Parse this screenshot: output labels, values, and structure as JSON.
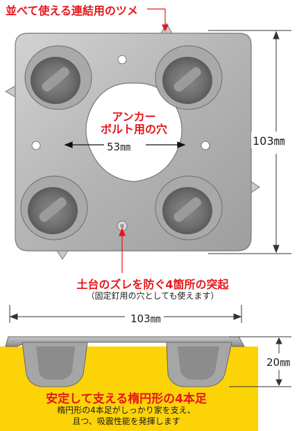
{
  "labels": {
    "connector_tab": "並べて使える連結用のツメ",
    "anchor_hole": "アンカー\nボルト用の穴",
    "hole_width": "53㎜",
    "plate_height": "103㎜",
    "ridges_title": "土台のズレを防ぐ4箇所の突起",
    "ridges_note": "（固定釘用の穴としても使えます）",
    "plate_width": "103㎜",
    "foot_height": "20㎜",
    "feature_title": "安定して支える楕円形の4本足",
    "feature_desc_1": "楕円形の4本足がしっかり家を支え、",
    "feature_desc_2": "且つ、吸震性能を発揮します"
  },
  "colors": {
    "accent_red": "#e5161b",
    "footer_yellow": "#fcd307",
    "metal": "#b9b9b9"
  }
}
